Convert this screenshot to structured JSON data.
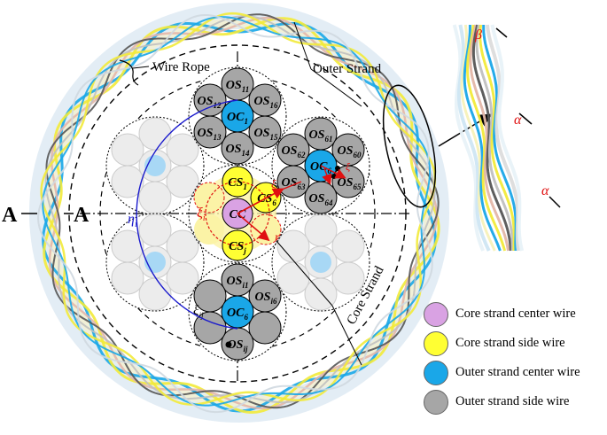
{
  "labels": {
    "wire_rope": "Wire Rope",
    "outer_strand": "Outer Strand",
    "core_strand": "Core Strand",
    "section_left_a": "A",
    "section_right_a": "A"
  },
  "wire_labels": {
    "os11": {
      "base": "OS",
      "sub": "11"
    },
    "os12": {
      "base": "OS",
      "sub": "12"
    },
    "os16": {
      "base": "OS",
      "sub": "16"
    },
    "oc1": {
      "base": "OC",
      "sub": "1"
    },
    "os13": {
      "base": "OS",
      "sub": "13"
    },
    "os15": {
      "base": "OS",
      "sub": "15"
    },
    "os14": {
      "base": "OS",
      "sub": "14"
    },
    "os61": {
      "base": "OS",
      "sub": "61"
    },
    "os62": {
      "base": "OS",
      "sub": "62"
    },
    "os60": {
      "base": "OS",
      "sub": "60"
    },
    "oc6_top": {
      "base": "OC",
      "sub": "6"
    },
    "os63": {
      "base": "OS",
      "sub": "63"
    },
    "os65": {
      "base": "OS",
      "sub": "65"
    },
    "os64": {
      "base": "OS",
      "sub": "64"
    },
    "cs1": {
      "base": "CS",
      "sub": "1"
    },
    "cs6": {
      "base": "CS",
      "sub": "6"
    },
    "cc": {
      "base": "CC",
      "sub": ""
    },
    "csj": {
      "base": "CS",
      "sub": "j"
    },
    "osi1": {
      "base": "OS",
      "sub": "i1"
    },
    "osi6": {
      "base": "OS",
      "sub": "i6"
    },
    "oc6_bottom": {
      "base": "OC",
      "sub": "6"
    },
    "osij": {
      "base": "OS",
      "sub": "ij"
    }
  },
  "annotations": {
    "eta": {
      "base": "η",
      "sub": "i"
    },
    "xi_i": {
      "base": "ξ",
      "sub": "i"
    },
    "xi_ij": {
      "base": "ξ",
      "sub": "ij"
    },
    "xi_small": {
      "base": "ξ",
      "sub": ""
    },
    "r": {
      "base": "r",
      "sub": ""
    },
    "beta": "β",
    "alpha_1": "α",
    "alpha_2": "α"
  },
  "legend": [
    {
      "label": "Core strand center wire",
      "color": "#d9a2e3"
    },
    {
      "label": "Core strand side wire",
      "color": "#ffff33"
    },
    {
      "label": "Outer strand center wire",
      "color": "#1aa7e8"
    },
    {
      "label": "Outer strand side wire",
      "color": "#a6a6a6"
    }
  ],
  "colors": {
    "core_center": "#d9a2e3",
    "core_side": "#ffff33",
    "outer_center": "#1aa7e8",
    "outer_side": "#a6a6a6",
    "ghost_wire": "#ececec",
    "ghost_center": "#a8d8f5",
    "annotation_red": "#e01010",
    "annotation_blue": "#1a1acc"
  }
}
